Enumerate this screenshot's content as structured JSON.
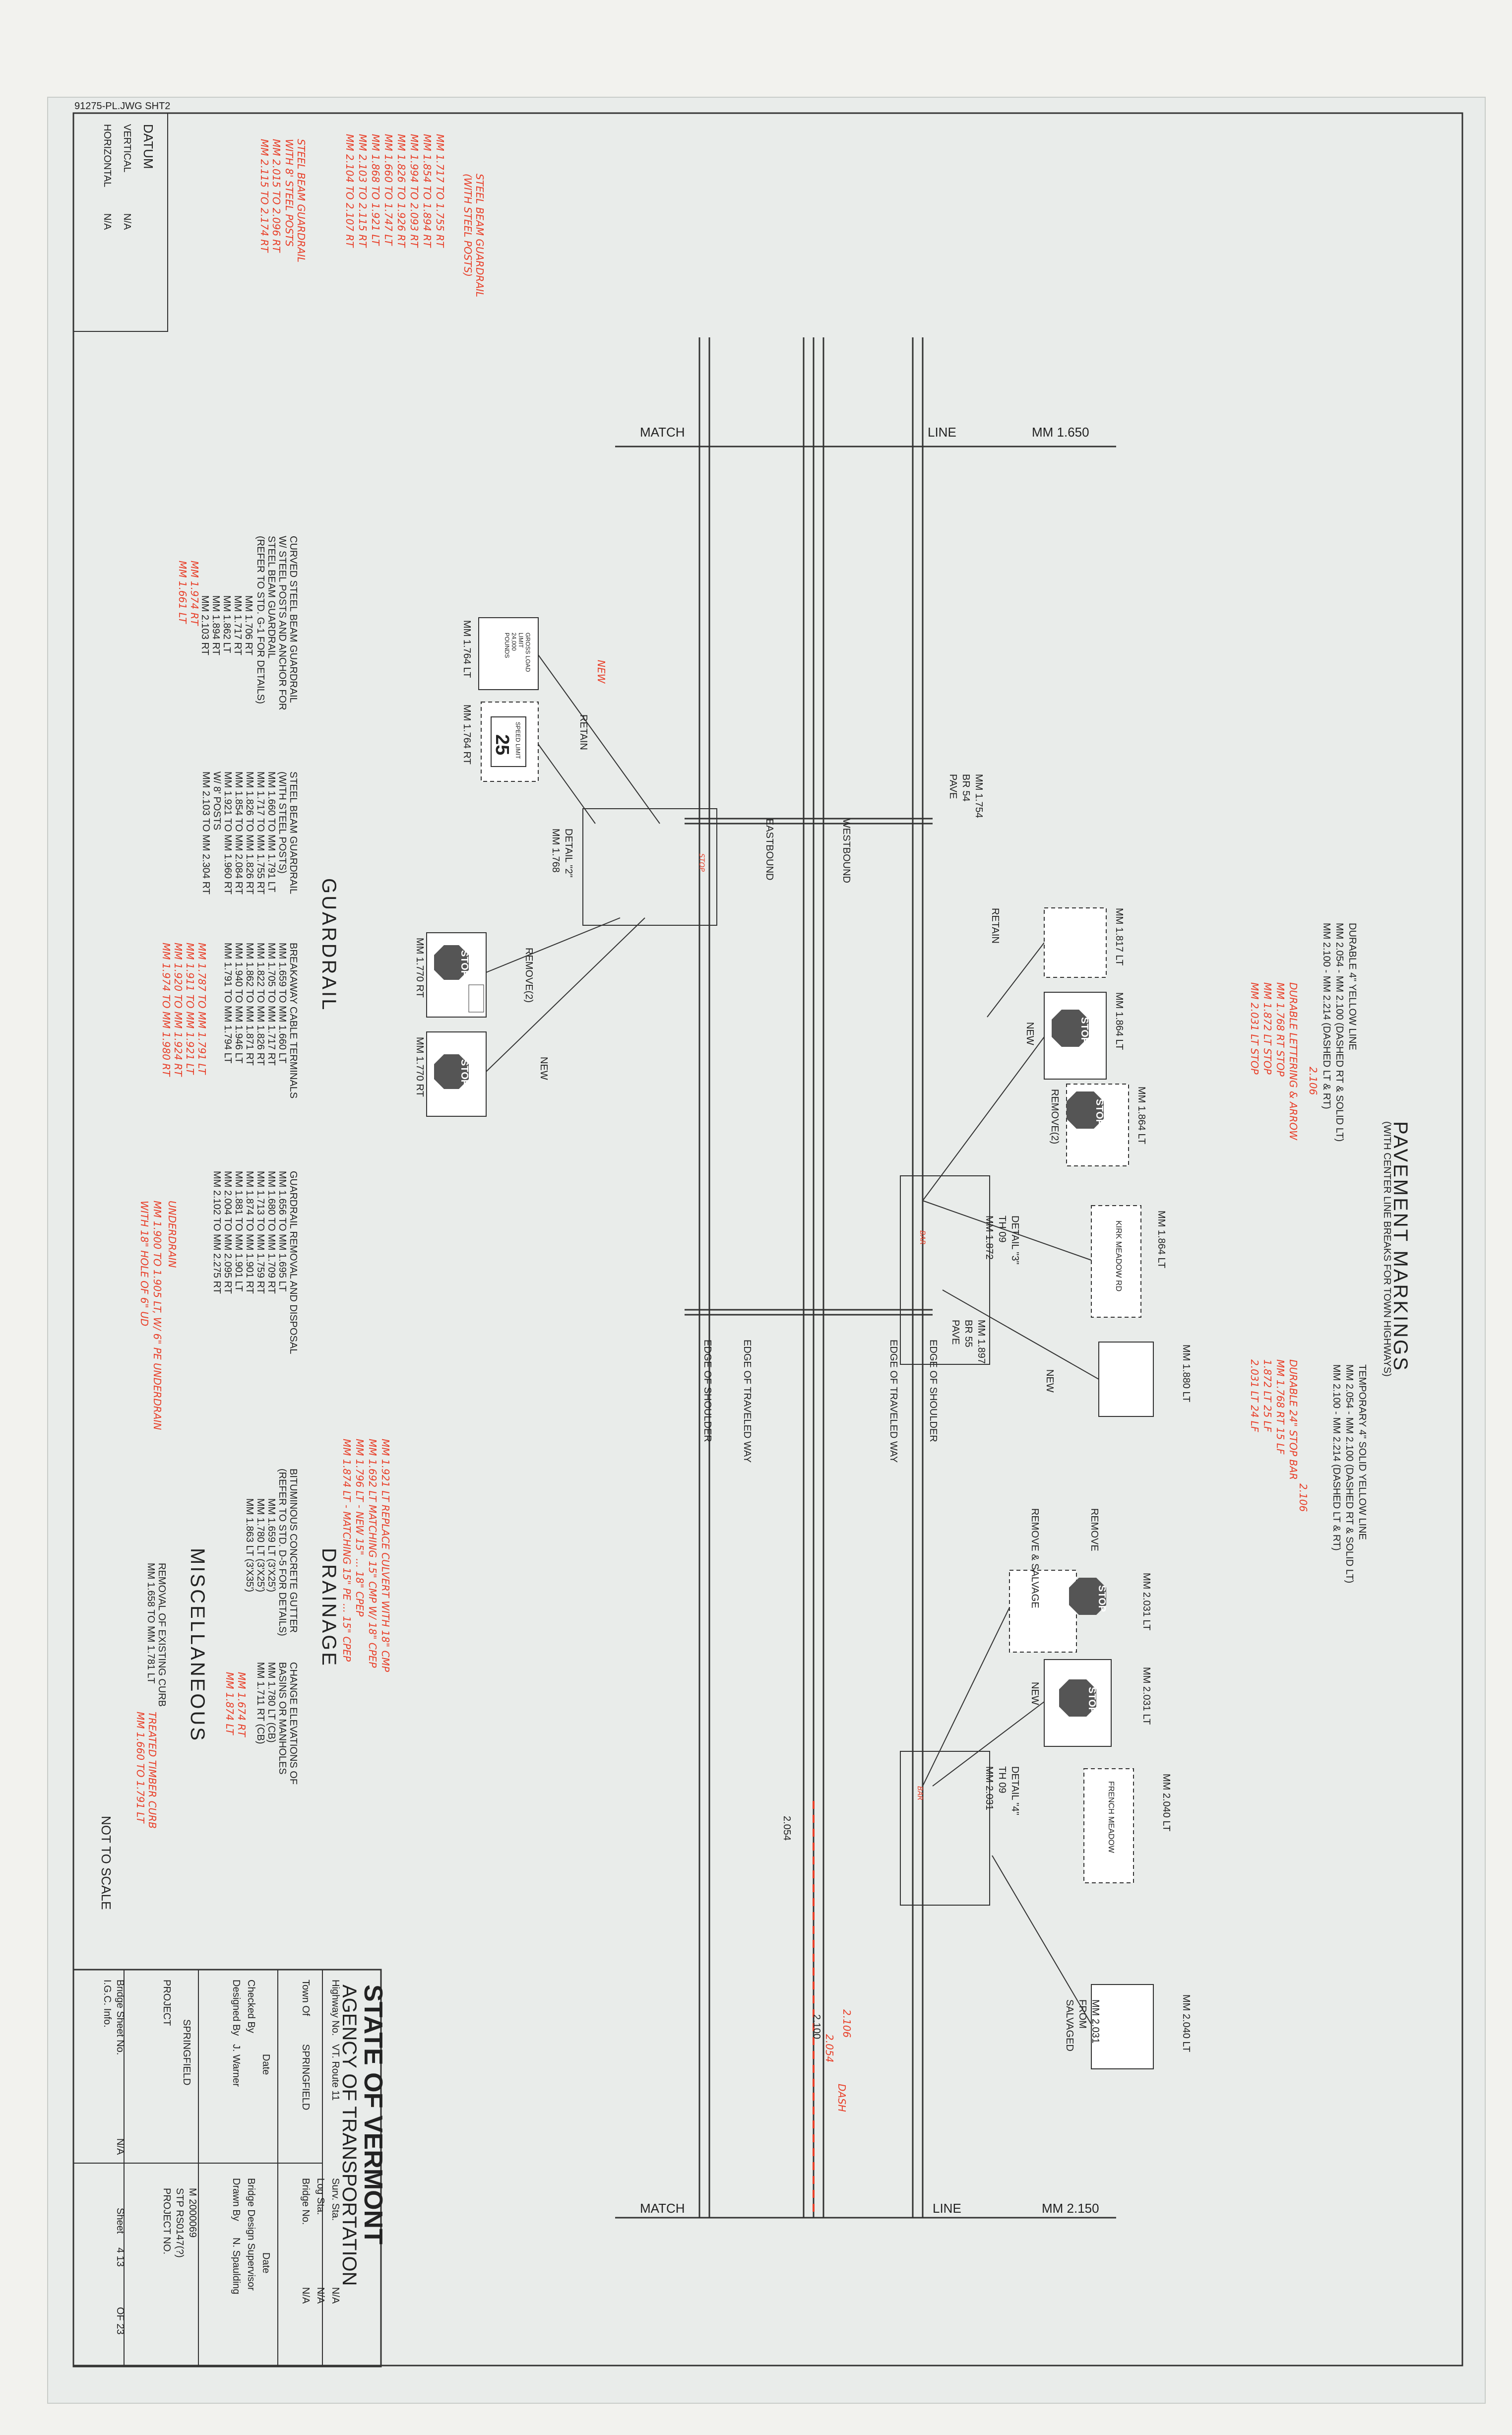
{
  "file_label": "91275-PL.JWG SHT2",
  "datum": {
    "title": "DATUM",
    "vertical_label": "VERTICAL",
    "vertical_value": "N/A",
    "horizontal_label": "HORIZONTAL",
    "horizontal_value": "N/A"
  },
  "match_lines": {
    "top": {
      "left": "MATCH",
      "mid": "LINE",
      "right": "MM 1.650"
    },
    "bottom": {
      "left": "MATCH",
      "mid": "LINE",
      "right": "MM 2.150"
    }
  },
  "road_labels": {
    "westbound": "WESTBOUND",
    "eastbound": "EASTBOUND",
    "edge_shoulder_top": "EDGE OF SHOULDER",
    "edge_traveled_top": "EDGE OF TRAVELED WAY",
    "edge_traveled_bottom": "EDGE OF TRAVELED WAY",
    "edge_shoulder_bottom": "EDGE OF SHOULDER",
    "pave_br54": [
      "PAVE",
      "BR 54",
      "MM 1.754"
    ],
    "pave_br55": [
      "PAVE",
      "BR 55",
      "MM 1.897"
    ],
    "station_2054": "2.054",
    "station_2100": "2.100"
  },
  "details": {
    "d2": [
      "DETAIL \"2\"",
      "MM 1.768"
    ],
    "d3": [
      "DETAIL \"3\"",
      "TH 09",
      "MM 1.872"
    ],
    "d4": [
      "DETAIL \"4\"",
      "TH 09",
      "MM 2.031"
    ]
  },
  "signs": {
    "mm1764_lt": "MM 1.764 LT",
    "mm1764_rt": "MM 1.764 RT",
    "new": "NEW",
    "retain": "RETAIN",
    "remove2": "REMOVE(2)",
    "remove": "REMOVE",
    "remove_salvage": "REMOVE & SALVAGE",
    "salvaged_from": [
      "SALVAGED",
      "FROM",
      "MM 2.031"
    ],
    "speed_limit": "SPEED LIMIT",
    "speed_value": "25",
    "stop": "STOP",
    "weight_limit": [
      "GROSS LOAD",
      "LIMIT",
      "24,000",
      "POUNDS"
    ],
    "mm1770_rt_a": "MM 1.770 RT",
    "mm1770_rt_b": "MM 1.770 RT",
    "mm1817_lt": "MM 1.817 LT",
    "mm1864_lt_a": "MM 1.864 LT",
    "mm1864_lt_b": "MM 1.864 LT",
    "mm1864_lt_c": "MM 1.864 LT",
    "mm1880_lt": "MM 1.880 LT",
    "mm2031_lt_a": "MM 2.031 LT",
    "mm2031_lt_b": "MM 2.031 LT",
    "mm2040_lt_a": "MM 2.040 LT",
    "mm2040_lt_b": "MM 2.040 LT",
    "street_kirk": "KIRK MEADOW RD",
    "street_french": "FRENCH MEADOW"
  },
  "pavement_markings": {
    "title": "PAVEMENT MARKINGS",
    "yellow_line": "DURABLE 4\" YELLOW LINE",
    "yellow_a": "MM 2.054 - MM 2.100 (DASHED RT & SOLID LT)",
    "yellow_b": "MM 2.100 - MM 2.214 (DASHED LT & RT)",
    "temp_line": "TEMPORARY 4\" SOLID YELLOW LINE",
    "temp_a": "MM 2.054 - MM 2.100 (DASHED RT & SOLID LT)",
    "temp_b": "MM 2.100 - MM 2.214 (DASHED LT & RT)",
    "breaks": "(WITH CENTER LINE BREAKS FOR TOWN HIGHWAYS)"
  },
  "guardrail": {
    "title": "GUARDRAIL",
    "curved_title": "CURVED STEEL BEAM GUARDRAIL",
    "curved_sub": "W/ STEEL POSTS AND ANCHOR FOR",
    "curved_sub2": "STEEL BEAM GUARDRAIL",
    "curved_ref": "(REFER TO STD. G-1 FOR DETAILS)",
    "curved_items": [
      "MM 1.706 RT",
      "MM 1.717 RT",
      "MM 1.862 LT",
      "MM 1.894 RT",
      "MM 2.103 RT"
    ],
    "steel_title": "STEEL BEAM GUARDRAIL",
    "steel_sub": "(WITH STEEL POSTS)",
    "steel_items": [
      "MM 1.660 TO MM 1.791 LT",
      "MM 1.717 TO MM 1.755 RT",
      "MM 1.826 TO MM 1.826 RT",
      "MM 1.854 TO MM 2.084 RT",
      "MM 1.921 TO MM 1.960 RT"
    ],
    "posts_label": "W/ 8' POSTS",
    "posts_item": "MM 2.103 TO MM 2.304 RT",
    "cable_title": "BREAKAWAY CABLE TERMINALS",
    "cable_items": [
      "MM 1.659 TO MM 1.660 LT",
      "MM 1.705 TO MM 1.717 RT",
      "MM 1.822 TO MM 1.826 RT",
      "MM 1.862 TO MM 1.871 RT",
      "MM 1.940 TO MM 1.946 LT",
      "MM 1.791 TO MM 1.794 LT"
    ],
    "removal_title": "GUARDRAIL REMOVAL AND DISPOSAL",
    "removal_items": [
      "MM 1.656 TO MM 1.695 LT",
      "MM 1.680 TO MM 1.709 RT",
      "MM 1.713 TO MM 1.759 RT",
      "MM 1.874 TO MM 1.901 RT",
      "MM 1.881 TO MM 1.901 LT",
      "MM 2.004 TO MM 2.095 RT",
      "MM 2.102 TO MM 2.275 RT"
    ]
  },
  "drainage": {
    "title": "DRAINAGE",
    "gutter_title": "BITUMINOUS CONCRETE GUTTER",
    "gutter_ref": "(REFER TO STD. D-5 FOR DETAILS)",
    "gutter_items": [
      "MM 1.659 LT (3'X25')",
      "MM 1.780 LT (3'X25')",
      "MM 1.863 LT (3'X35')"
    ],
    "basin_title": "CHANGE ELEVATIONS OF",
    "basin_sub": "BASINS OR MANHOLES",
    "basin_items": [
      "MM 1.780 LT (CB)",
      "MM 1.711 RT (CB)"
    ]
  },
  "misc": {
    "title": "MISCELLANEOUS",
    "curb_title": "REMOVAL OF EXISTING CURB",
    "curb_item": "MM 1.658 TO MM 1.781 LT"
  },
  "not_to_scale": "NOT TO SCALE",
  "title_block": {
    "agency_1": "STATE OF VERMONT",
    "agency_2": "AGENCY OF TRANSPORTATION",
    "town_label": "Town Of",
    "town": "SPRINGFIELD",
    "highway_label": "Highway No.",
    "highway": "VT. Route 11",
    "bridge_no_label": "Bridge No.",
    "bridge_no": "N/A",
    "log_sta_label": "Log Sta.",
    "log_sta": "N/A",
    "surv_sta_label": "Surv. Sta.",
    "surv_sta": "N/A",
    "designed_label": "Designed By",
    "designed": "J. Warner",
    "drawn_label": "Drawn By",
    "drawn": "N. Spaulding",
    "checked_label": "Checked By",
    "date_label": "Date",
    "supervisor_label": "Bridge Design Supervisor",
    "project_label": "PROJECT",
    "project": "SPRINGFIELD",
    "project_no_label": "PROJECT NO.",
    "project_no_1": "STP RS0147(?)",
    "project_no_2": "M 2000069",
    "igc_label": "I.G.C. Info.",
    "bridge_sheet_label": "Bridge Sheet No.",
    "bridge_sheet": "N/A",
    "sheet_label": "Sheet",
    "sheet": "4 13",
    "sheet_of": "OF 23"
  },
  "redlines": {
    "steel_beam_head": "STEEL BEAM GUARDRAIL",
    "steel_beam_sub": "(WITH STEEL POSTS)",
    "steel_items": [
      "MM 1.717 TO 1.755 RT",
      "MM 1.854 TO 1.894 RT",
      "MM 1.994 TO 2.093 RT",
      "MM 1.826 TO 1.926 RT",
      "MM 1.660 TO 1.747 LT",
      "MM 1.868 TO 1.921 LT",
      "MM 2.103 TO 2.115 RT",
      "MM 2.104 TO 2.107 RT"
    ],
    "steel_posts_head": "STEEL BEAM GUARDRAIL",
    "steel_posts_sub": "WITH 8' STEEL POSTS",
    "steel_posts_items": [
      "MM 2.015 TO 2.096 RT",
      "MM 2.115 TO 2.174 RT"
    ],
    "curved_extra": [
      "MM 1.974 RT",
      "MM 1.661 LT"
    ],
    "cable_extra": [
      "MM 1.787 TO MM 1.791 LT",
      "MM 1.911 TO MM 1.921 LT",
      "MM 1.920 TO MM 1.924 RT",
      "MM 1.974 TO MM 1.980 RT"
    ],
    "underdrain_head": "UNDERDRAIN",
    "underdrain_items": [
      "MM 1.900 TO 1.905 LT, W/ 6\" PE UNDERDRAIN",
      "WITH 18\" HOLE OF 6\" UD"
    ],
    "drainage_notes": [
      "MM 1.921 LT REPLACE CULVERT WITH 18\" CMP",
      "MM 1.692 LT MATCHING 15\" CMP W/ 18\" CPEP",
      "MM 1.796 LT - NEW 15\" ... 18\" CPEP",
      "MM 1.874 LT - MATCHING 15\" PE ... 15\" CPEP"
    ],
    "drainage_items": [
      "MM 1.674 RT",
      "MM 1.874 LT"
    ],
    "curb_note": "TREATED TIMBER CURB",
    "curb_item": "MM 1.660 TO 1.791 LT",
    "durable_head": "DURABLE LETTERING & ARROW",
    "durable_items": [
      "MM 1.768 RT  STOP",
      "MM 1.872 LT  STOP",
      "MM 2.031 LT  STOP"
    ],
    "stop_bar_head": "DURABLE 24\" STOP BAR",
    "stop_items": [
      "MM 1.768 RT  15 LF",
      "1.872 LT  25 LF",
      "2.031 LT  24 LF"
    ],
    "yellow_edit_1": "2.106",
    "yellow_edit_2": "2.106",
    "station_red_1": "2.106",
    "station_red_2": "2.054",
    "dash_label": "DASH",
    "new_red": "NEW",
    "stop_bar_mark": "STOP",
    "bar_mark": "BAR"
  }
}
